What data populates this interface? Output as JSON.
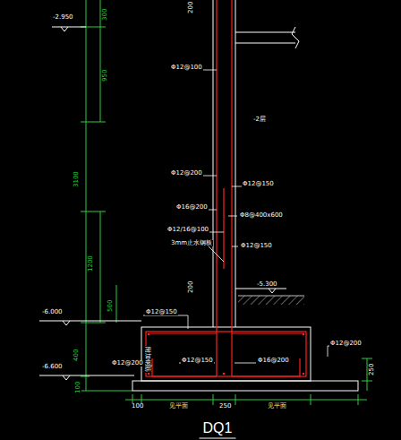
{
  "diagram": {
    "title": "DQ1",
    "labels": [
      "-2.950",
      "300",
      "950",
      "3100",
      "1200",
      "500",
      "-6.000",
      "400",
      "-6.600",
      "100",
      "200",
      "Φ12@100",
      "-2层",
      "Φ12@200",
      "Φ12@150",
      "Φ16@200",
      "Φ8@400x600",
      "Φ12/16@100",
      "3mm止水钢板",
      "Φ12@150",
      "200",
      "-5.300",
      "Φ12@150",
      "附加钢筋",
      "Φ12@200",
      "Φ12@150",
      "Φ16@200",
      "Φ12@200",
      "250",
      "100",
      "见平面",
      "250",
      "见平面"
    ]
  }
}
